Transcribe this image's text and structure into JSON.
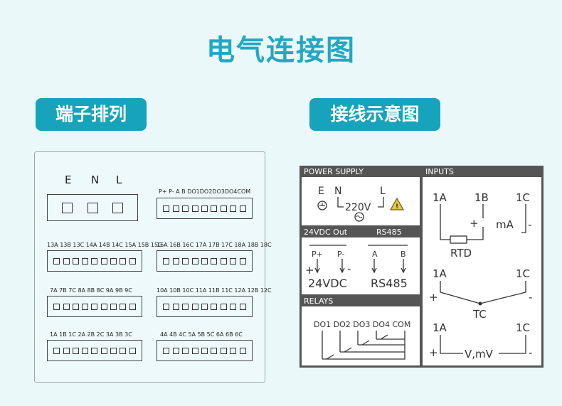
{
  "title": "电气连接图",
  "tags": {
    "terminals": "端子排列",
    "wiring": "接线示意图"
  },
  "terminal_panel": {
    "enl": [
      "E",
      "N",
      "L"
    ],
    "strip_top_right_label": "P+ P- A B DO1DO2DO3DO4COM",
    "rows": [
      {
        "left": "13A 13B 13C 14A 14B 14C 15A 15B 15C",
        "right": "16A 16B 16C 17A 17B 17C 18A 18B 18C"
      },
      {
        "left": "7A  7B  7C  8A  8B  8C  9A  9B  9C",
        "right": "10A 10B 10C 11A 11B 11C 12A 12B 12C"
      },
      {
        "left": "1A  1B  1C  2A  2B  2C  3A  3B  3C",
        "right": "4A  4B  4C  5A  5B  5C  6A  6B  6C"
      }
    ]
  },
  "wiring": {
    "power_supply": {
      "header": "POWER SUPPLY",
      "e": "E",
      "n": "N",
      "l": "L",
      "voltage": "220V"
    },
    "vdc": {
      "header": "24VDC Out",
      "header2": "RS485",
      "p_plus": "P+",
      "p_minus": "P-",
      "a": "A",
      "b": "B",
      "plus": "+",
      "minus": "-",
      "label_24": "24VDC",
      "label_485": "RS485"
    },
    "relays": {
      "header": "RELAYS",
      "terms": "DO1 DO2 DO3 DO4 COM"
    },
    "inputs": {
      "header": "INPUTS",
      "rtd": {
        "t1": "1A",
        "t2": "1B",
        "t3": "1C",
        "plus": "+",
        "minus": "-",
        "ma": "mA",
        "label": "RTD"
      },
      "tc": {
        "t1": "1A",
        "t2": "1C",
        "plus": "+",
        "minus": "-",
        "label": "TC"
      },
      "v": {
        "t1": "1A",
        "t2": "1C",
        "plus": "+",
        "minus": "-",
        "label": "V,mV"
      }
    }
  }
}
